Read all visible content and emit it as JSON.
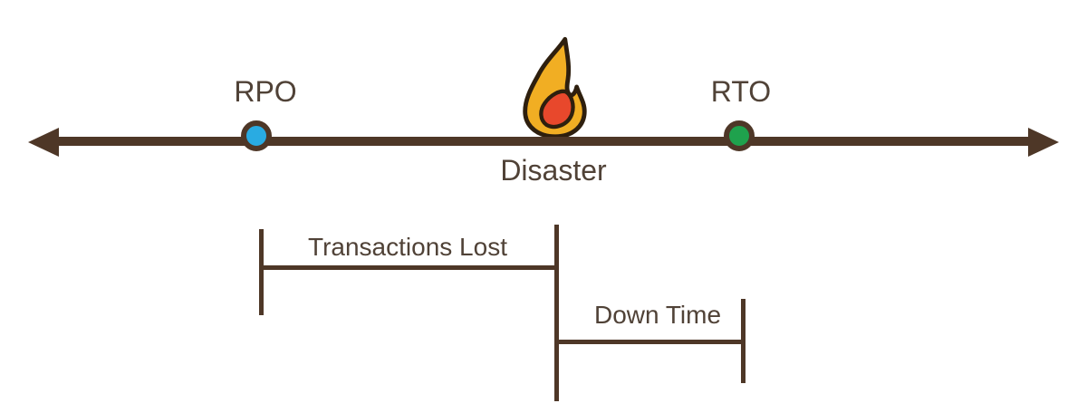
{
  "diagram": {
    "timeline": {
      "rpo_label": "RPO",
      "rto_label": "RTO",
      "disaster_label": "Disaster"
    },
    "brackets": {
      "transactions_lost_label": "Transactions Lost",
      "down_time_label": "Down Time"
    }
  },
  "colors": {
    "line": "#4E3727",
    "text": "#504237",
    "rpo-dot": "#29ABE2",
    "rto-dot": "#1FA24D",
    "flame-yellow": "#F1AE23",
    "flame-red": "#E8482C",
    "flame-outline": "#2E1F0E",
    "bg": "#FFFFFF"
  }
}
